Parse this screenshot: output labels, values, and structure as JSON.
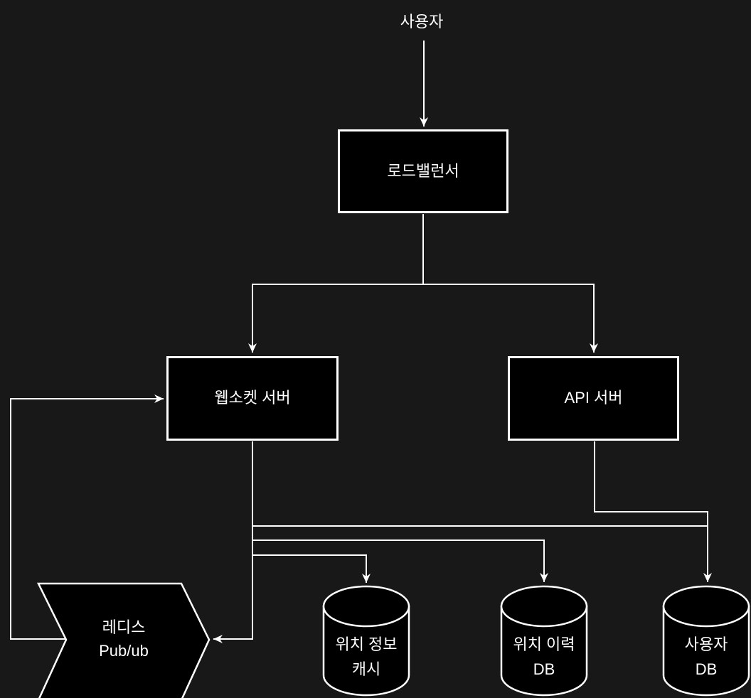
{
  "theme": {
    "background": "#181818",
    "node_fill": "#000000",
    "line_color": "#ffffff",
    "text_color": "#ffffff"
  },
  "nodes": {
    "user": {
      "label": "사용자"
    },
    "load_balancer": {
      "label": "로드밸런서"
    },
    "websocket_server": {
      "label": "웹소켓 서버"
    },
    "api_server": {
      "label": "API 서버"
    },
    "redis_pubsub": {
      "line1": "레디스",
      "line2": "Pub/ub"
    },
    "location_info_cache": {
      "line1": "위치 정보",
      "line2": "캐시"
    },
    "location_history_db": {
      "line1": "위치 이력",
      "line2": "DB"
    },
    "user_db": {
      "line1": "사용자",
      "line2": "DB"
    }
  },
  "edges": [
    {
      "from": "user",
      "to": "load_balancer"
    },
    {
      "from": "load_balancer",
      "to": "websocket_server"
    },
    {
      "from": "load_balancer",
      "to": "api_server"
    },
    {
      "from": "websocket_server",
      "to": "redis_pubsub"
    },
    {
      "from": "redis_pubsub",
      "to": "websocket_server"
    },
    {
      "from": "websocket_server",
      "to": "user_db"
    },
    {
      "from": "websocket_server",
      "to": "location_history_db"
    },
    {
      "from": "websocket_server",
      "to": "location_info_cache"
    },
    {
      "from": "api_server",
      "to": "user_db"
    }
  ]
}
